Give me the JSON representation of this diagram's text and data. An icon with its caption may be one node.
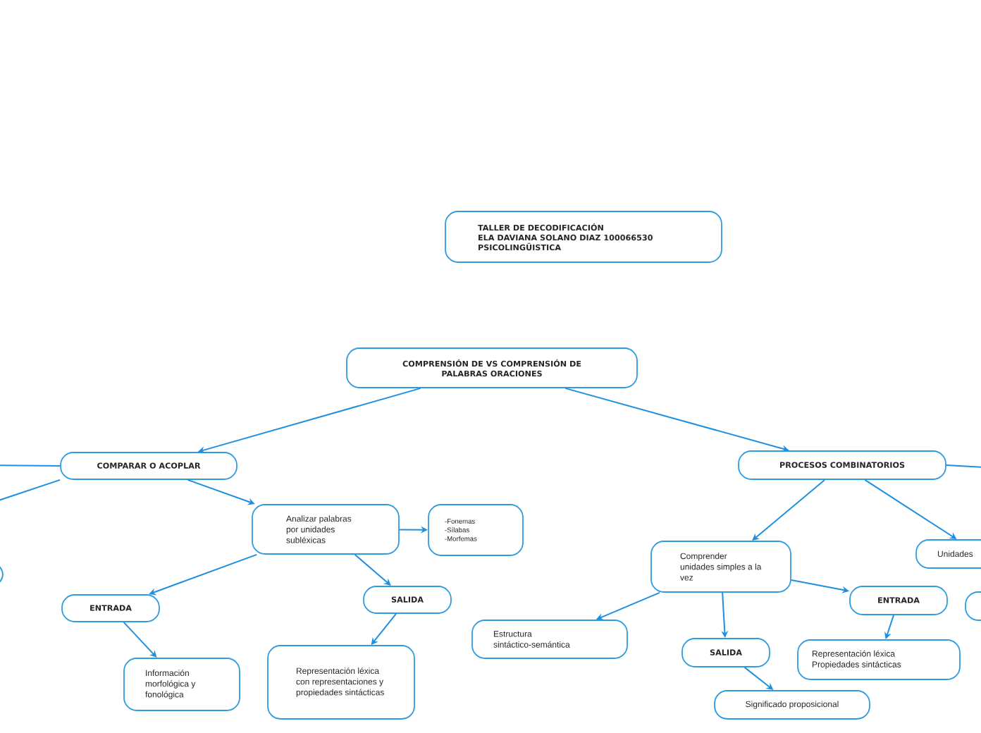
{
  "diagram": {
    "nodes": [
      {
        "text": [
          "TALLER DE DECODIFICACIÓN",
          "ELA DAVIANA SOLANO DIAZ 100066530",
          "PSICOLINGÜISTICA"
        ]
      },
      {
        "text": [
          "COMPRENSIÓN DE  VS  COMPRENSIÓN DE PALABRAS ORACIONES"
        ]
      },
      {
        "text": [
          "COMPARAR O ACOPLAR"
        ]
      },
      {
        "text": [
          "PROCESOS COMBINATORIOS"
        ]
      },
      {
        "text": [
          "Analizar palabras por unidades subléxicas"
        ]
      },
      {
        "text": [
          "-Fonemas",
          "-Sílabas",
          "-Morfemas"
        ]
      },
      {
        "text": [
          "ENTRADA"
        ]
      },
      {
        "text": [
          "SALIDA"
        ]
      },
      {
        "text": [
          "Información morfológica y fonológica"
        ]
      },
      {
        "text": [
          "Representación léxica con representaciones y propiedades sintácticas"
        ]
      },
      {
        "text": [
          "Comprender unidades simples a la vez"
        ]
      },
      {
        "text": [
          "Estructura sintáctico-semántica"
        ]
      },
      {
        "text": [
          "SALIDA"
        ]
      },
      {
        "text": [
          "ENTRADA"
        ]
      },
      {
        "text": [
          "Significado proposicional"
        ]
      },
      {
        "text": [
          "Representación léxica",
          "Propiedades sintácticas"
        ]
      },
      {
        "text": [
          "Unidades"
        ]
      },
      {
        "text": [],
        "shape": "box"
      },
      {
        "text": [],
        "shape": "box"
      }
    ],
    "edges": [
      {
        "from": 1,
        "to": 2,
        "arrow": "to"
      },
      {
        "from": 1,
        "to": 3,
        "arrow": "to"
      },
      {
        "from": 2,
        "to": 4,
        "arrow": "to"
      },
      {
        "from": 4,
        "to": 5,
        "arrow": "to"
      },
      {
        "from": 4,
        "to": 6,
        "arrow": "to"
      },
      {
        "from": 4,
        "to": 7,
        "arrow": "to"
      },
      {
        "from": 6,
        "to": 8,
        "arrow": "to"
      },
      {
        "from": 7,
        "to": 9,
        "arrow": "to"
      },
      {
        "from": 3,
        "to": 10,
        "arrow": "to"
      },
      {
        "from": 3,
        "to": 16,
        "arrow": "to"
      },
      {
        "from": 10,
        "to": 11,
        "arrow": "to"
      },
      {
        "from": 10,
        "to": 12,
        "arrow": "to"
      },
      {
        "from": 10,
        "to": 13,
        "arrow": "to"
      },
      {
        "from": 12,
        "to": 14,
        "arrow": "to"
      },
      {
        "from": 13,
        "to": 15,
        "arrow": "to"
      },
      {
        "from": 2,
        "to": null,
        "arrow": "none"
      },
      {
        "from": 2,
        "to": null,
        "arrow": "none"
      },
      {
        "from": 3,
        "to": null,
        "arrow": "none"
      }
    ]
  }
}
